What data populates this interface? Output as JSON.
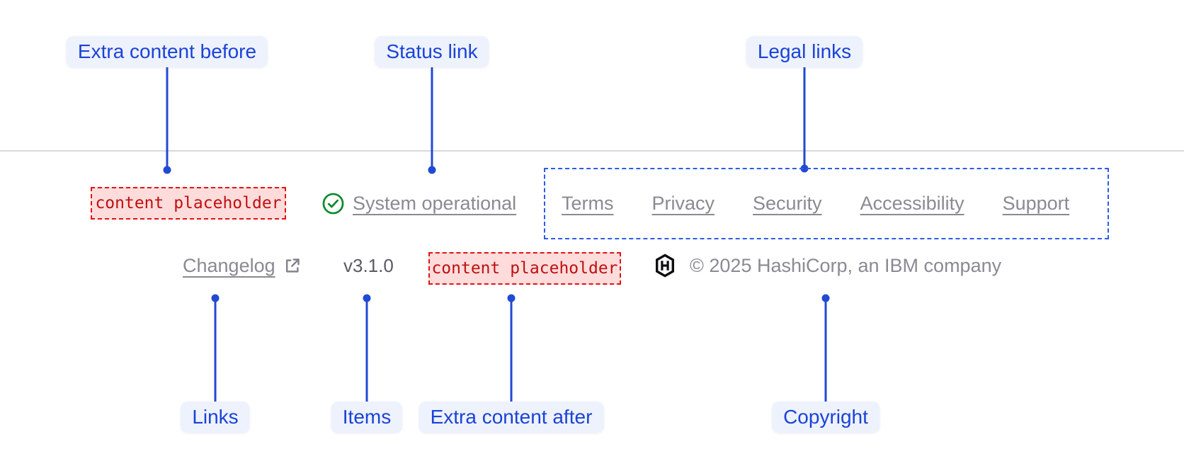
{
  "annotations": {
    "top": [
      {
        "label": "Extra content before"
      },
      {
        "label": "Status link"
      },
      {
        "label": "Legal links"
      }
    ],
    "bottom": [
      {
        "label": "Links"
      },
      {
        "label": "Items"
      },
      {
        "label": "Extra content after"
      },
      {
        "label": "Copyright"
      }
    ]
  },
  "footer": {
    "extra_content_before_placeholder": "content placeholder",
    "status": {
      "label": "System operational",
      "icon": "check-circle-icon"
    },
    "legal_links": [
      "Terms",
      "Privacy",
      "Security",
      "Accessibility",
      "Support"
    ],
    "links": [
      {
        "label": "Changelog",
        "icon": "external-link-icon"
      }
    ],
    "items": [
      {
        "label": "v3.1.0"
      }
    ],
    "extra_content_after_placeholder": "content placeholder",
    "logo": "hashicorp-logo",
    "copyright": "© 2025 HashiCorp, an IBM company"
  },
  "colors": {
    "annotation_blue": "#2149d3",
    "annotation_pill_bg": "#eef2fd",
    "legal_box_border": "#2e5be8",
    "placeholder_red": "#e01414",
    "placeholder_bg": "#ffdcdc",
    "status_green": "#0b8a2b",
    "link_gray": "#8b8992",
    "divider_gray": "#d8d7dc"
  }
}
